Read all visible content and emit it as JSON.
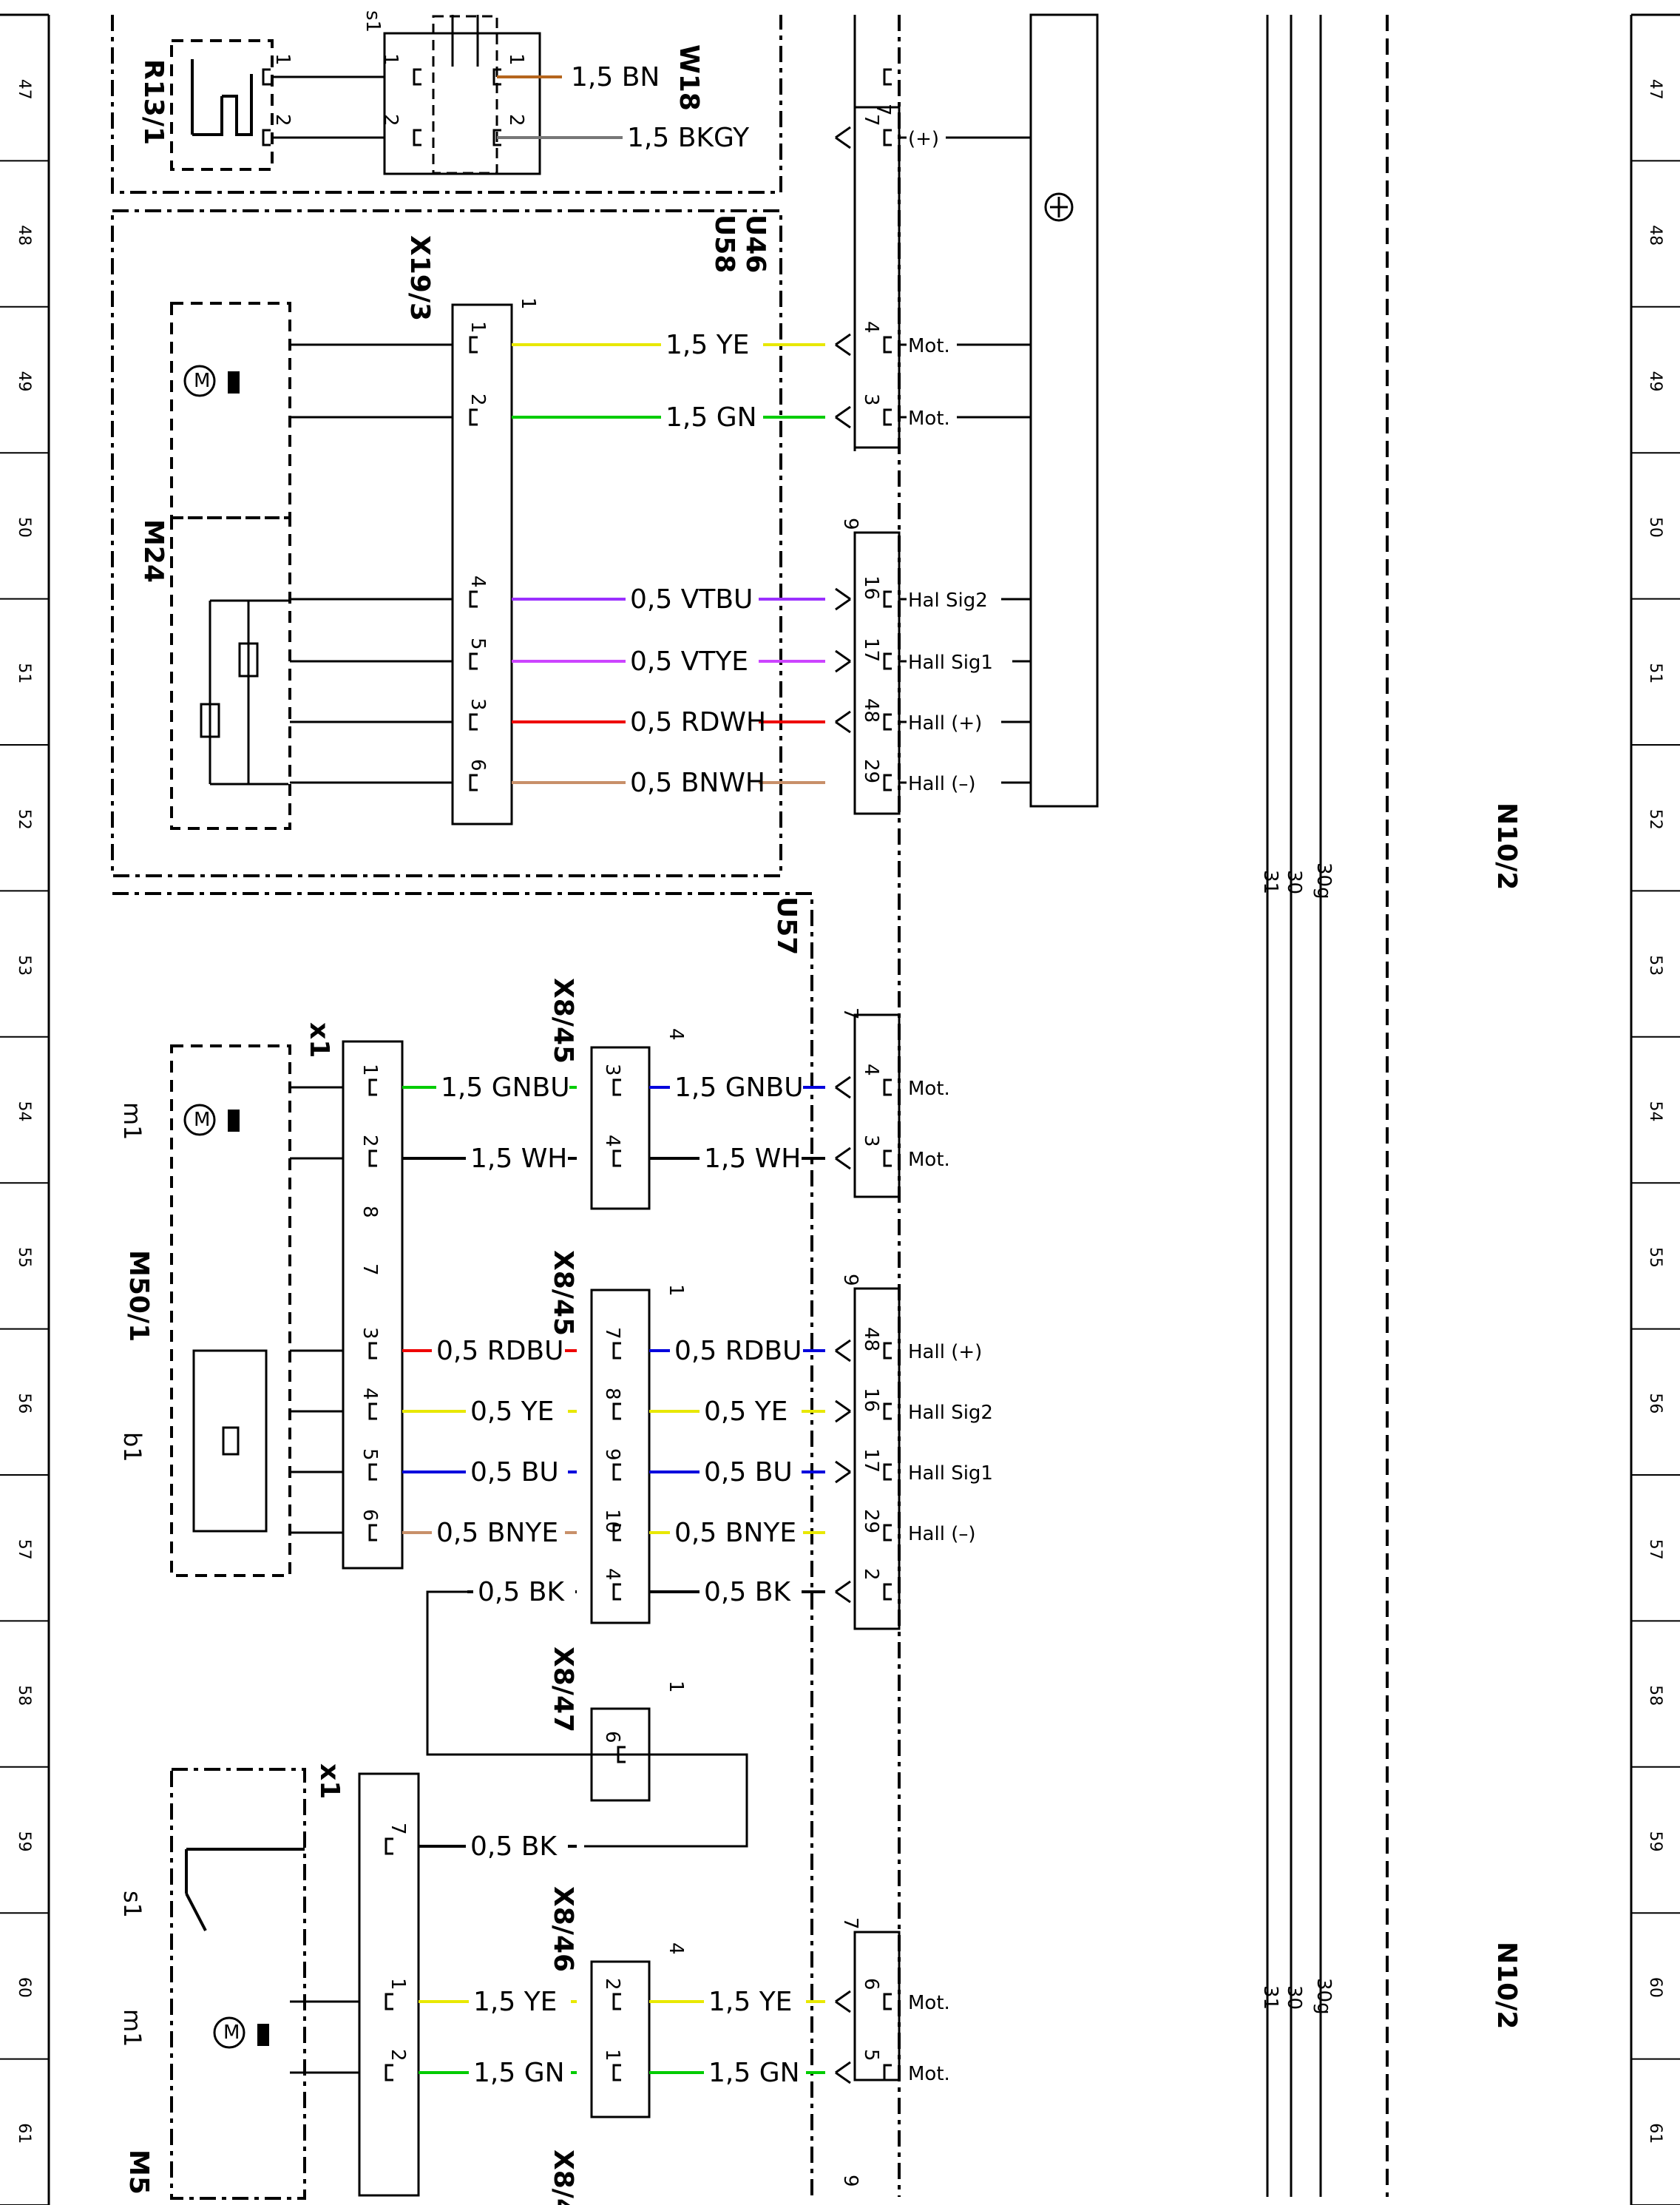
{
  "diagram": {
    "rows": [
      "47",
      "48",
      "49",
      "50",
      "51",
      "52",
      "53",
      "54",
      "55",
      "56",
      "57",
      "58",
      "59",
      "60",
      "61"
    ],
    "controller": "N10/2",
    "bus_lines": [
      "31",
      "30",
      "30g"
    ],
    "components": {
      "r13": "R13/1",
      "w18": "W18",
      "u46": "U46",
      "u58": "U58",
      "x19": "X19/3",
      "m24": "M24",
      "u57": "U57",
      "x1a": "x1",
      "x1b": "x1",
      "m1a": "m1",
      "m1b": "m1",
      "b1": "b1",
      "s1": "s1",
      "m50": "M50/1",
      "m5cut": "M5",
      "x845a": "X8/45",
      "x845b": "X8/45",
      "x847": "X8/47",
      "x846": "X8/46",
      "x84cut": "X8/4",
      "s1top": "s1"
    },
    "connector_labels": {
      "x19_1": "1",
      "x845a_4": "4",
      "x845b_1": "1",
      "x847_1": "1",
      "x846_4": "4",
      "n10_7": "7",
      "n10_9a": "9",
      "n10_7b": "7",
      "n10_9b": "9",
      "n10_7c": "7",
      "n10_9c": "9"
    },
    "wires": [
      {
        "label": "1,5 BN",
        "color": "#b5651d"
      },
      {
        "label": "1,5 BKGY",
        "color": "#777777"
      },
      {
        "label": "1,5 YE",
        "color": "#e8e800"
      },
      {
        "label": "1,5 GN",
        "color": "#00cc00"
      },
      {
        "label": "0,5 VTBU",
        "color": "#9b30ff"
      },
      {
        "label": "0,5 VTYE",
        "color": "#cc44ff"
      },
      {
        "label": "0,5 RDWH",
        "color": "#ee0000"
      },
      {
        "label": "0,5 BNWH",
        "color": "#c8906a"
      },
      {
        "label": "1,5 GNBU",
        "color": "#00cc00"
      },
      {
        "label": "1,5 GNBU",
        "color": "#0000dd"
      },
      {
        "label": "1,5 WH",
        "color": "#000000"
      },
      {
        "label": "1,5 WH",
        "color": "#000000"
      },
      {
        "label": "0,5 RDBU",
        "color": "#ee0000"
      },
      {
        "label": "0,5 RDBU",
        "color": "#0000dd"
      },
      {
        "label": "0,5 YE",
        "color": "#e8e800"
      },
      {
        "label": "0,5 YE",
        "color": "#e8e800"
      },
      {
        "label": "0,5 BU",
        "color": "#0000dd"
      },
      {
        "label": "0,5 BU",
        "color": "#0000dd"
      },
      {
        "label": "0,5 BNYE",
        "color": "#c8906a"
      },
      {
        "label": "0,5 BNYE",
        "color": "#e8e800"
      },
      {
        "label": "0,5 BK",
        "color": "#000000"
      },
      {
        "label": "0,5 BK",
        "color": "#000000"
      },
      {
        "label": "0,5 BK",
        "color": "#000000"
      },
      {
        "label": "1,5 YE",
        "color": "#e8e800"
      },
      {
        "label": "1,5 YE",
        "color": "#e8e800"
      },
      {
        "label": "1,5 GN",
        "color": "#00cc00"
      },
      {
        "label": "1,5 GN",
        "color": "#00cc00"
      }
    ],
    "signals": [
      "(+)",
      "Mot.",
      "Mot.",
      "Hal Sig2",
      "Hall Sig1",
      "Hall (+)",
      "Hall (–)",
      "Mot.",
      "Mot.",
      "Hall (+)",
      "Hall Sig2",
      "Hall Sig1",
      "Hall (–)",
      "Mot.",
      "Mot."
    ],
    "pins": {
      "r13_1": "1",
      "r13_2": "2",
      "s1_1": "1",
      "s1_2": "2",
      "w18_1": "1",
      "w18_2": "2",
      "x19_1": "1",
      "x19_2": "2",
      "x19_4": "4",
      "x19_5": "5",
      "x19_3": "3",
      "x19_6": "6",
      "n_7": "7",
      "n_4": "4",
      "n_3": "3",
      "n_16": "16",
      "n_17": "17",
      "n_48": "48",
      "n_29": "29",
      "x1_1": "1",
      "x1_2": "2",
      "x1_8": "8",
      "x1_7": "7",
      "x1_3": "3",
      "x1_4": "4",
      "x1_5": "5",
      "x1_6": "6",
      "xa_3": "3",
      "xa_4": "4",
      "xb_7": "7",
      "xb_8": "8",
      "xb_9": "9",
      "xb_10": "10",
      "xb_4": "4",
      "m_4": "4",
      "m_3": "3",
      "m_48": "48",
      "m_16": "16",
      "m_17": "17",
      "m_29": "29",
      "m_2": "2",
      "x847_6": "6",
      "x1b_7": "7",
      "x1b_1": "1",
      "x1b_2": "2",
      "x846_2": "2",
      "x846_1": "1",
      "l_6": "6",
      "l_5": "5"
    }
  }
}
